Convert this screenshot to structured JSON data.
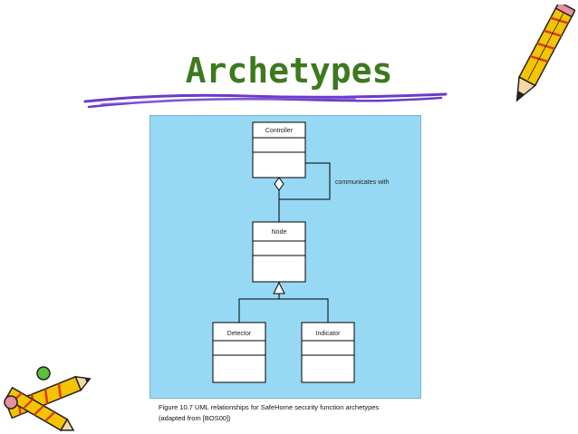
{
  "slide": {
    "title": "Archetypes"
  },
  "diagram": {
    "classes": {
      "controller": "Controller",
      "node": "Node",
      "detector": "Detector",
      "indicator": "Indicator"
    },
    "self_association_label": "communicates with",
    "caption_line1": "Figure 10.7  UML relationships for SafeHome security function archetypes",
    "caption_line2": "(adapted from [BOS00])"
  },
  "decorations": {
    "pencil_top_right": "pencil-icon",
    "pencils_bottom_left": "pencil-icon",
    "title_underline": "squiggle-underline",
    "colors": {
      "title": "#3d7a1f",
      "underline": "#6a3cc8",
      "panel": "#97d9f4",
      "pencil_body": "#f5c400",
      "pencil_stripe": "#d63a1a"
    }
  }
}
